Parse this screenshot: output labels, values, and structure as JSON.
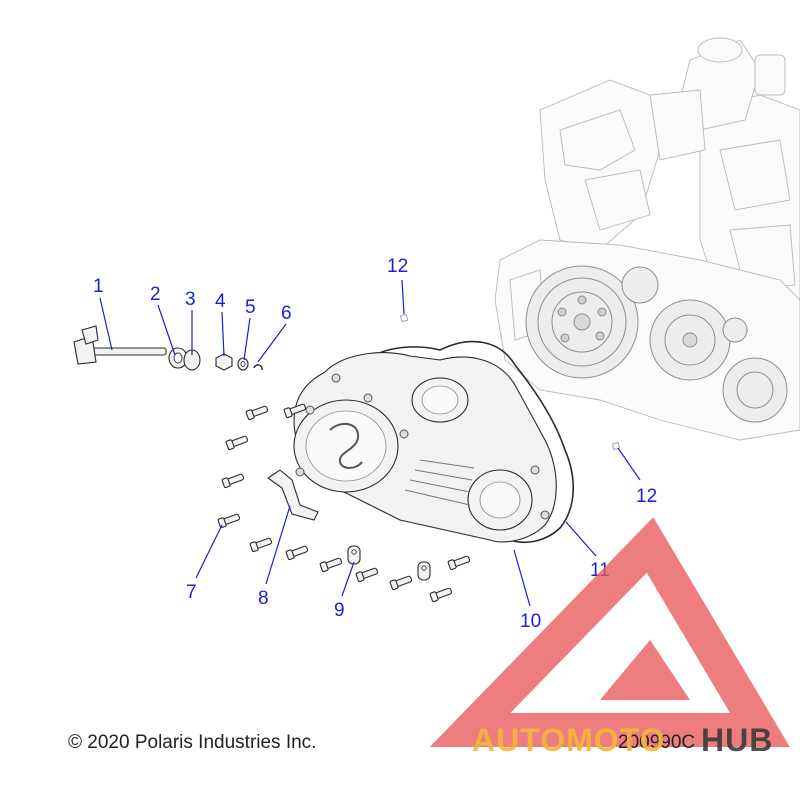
{
  "diagram": {
    "callouts": [
      "1",
      "2",
      "3",
      "4",
      "5",
      "6",
      "7",
      "8",
      "9",
      "10",
      "11",
      "12",
      "12"
    ],
    "colors": {
      "callout": "#1a1fd6",
      "line_art": "#2b2b2b",
      "background_engine": "#b9b9b9"
    }
  },
  "footer": {
    "copyright": "© 2020 Polaris Industries Inc.",
    "code": "200990C"
  },
  "watermark": {
    "text_part1": "AUTOMOTO",
    "text_part2": "HUB",
    "colors": {
      "triangle": "#e8595a",
      "text_orange": "#f4b53a",
      "text_dark": "#3b3b3b"
    }
  }
}
